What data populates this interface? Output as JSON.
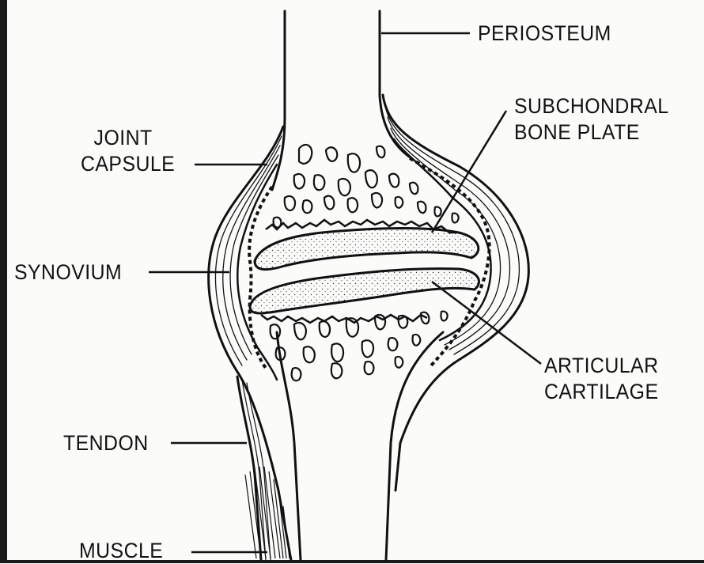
{
  "diagram": {
    "labels": {
      "periosteum": [
        "PERIOSTEUM"
      ],
      "subchondral_bone_plate": [
        "SUBCHONDRAL",
        "BONE PLATE"
      ],
      "joint_capsule": [
        "JOINT",
        "CAPSULE"
      ],
      "synovium": [
        "SYNOVIUM"
      ],
      "articular_cartilage": [
        "ARTICULAR",
        "CARTILAGE"
      ],
      "tendon": [
        "TENDON"
      ],
      "muscle": [
        "MUSCLE"
      ]
    },
    "colors": {
      "ink": "#111111",
      "paper": "#fbfbfa",
      "cartilage_fill": "#eeeeea"
    }
  }
}
